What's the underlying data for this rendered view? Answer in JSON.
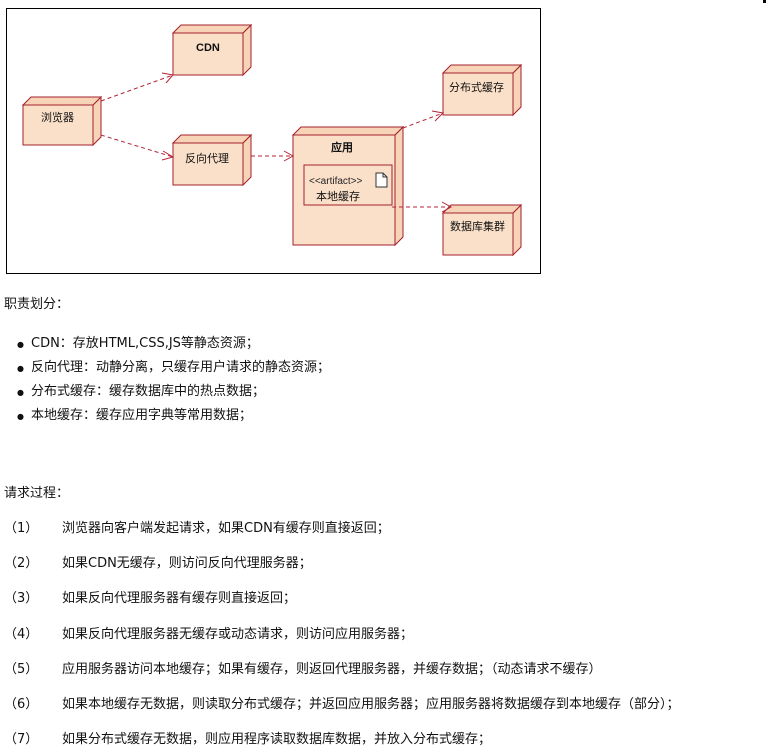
{
  "diagram": {
    "nodes": {
      "browser": "浏览器",
      "cdn": "CDN",
      "reverse_proxy": "反向代理",
      "app": "应用",
      "artifact_stereotype": "<<artifact>>",
      "local_cache": "本地缓存",
      "distributed_cache": "分布式缓存",
      "db_cluster": "数据库集群"
    },
    "colors": {
      "node_fill": "#fbe0c9",
      "node_border": "#a3202c",
      "edge": "#b3263a"
    }
  },
  "duties": {
    "title": "职责划分：",
    "items": [
      "CDN：存放HTML,CSS,JS等静态资源；",
      "反向代理：动静分离，只缓存用户请求的静态资源；",
      "分布式缓存：缓存数据库中的热点数据；",
      "本地缓存：缓存应用字典等常用数据；"
    ]
  },
  "process": {
    "title": "请求过程：",
    "steps": [
      {
        "num": "（1）",
        "text": "浏览器向客户端发起请求，如果CDN有缓存则直接返回；"
      },
      {
        "num": "（2）",
        "text": "如果CDN无缓存，则访问反向代理服务器；"
      },
      {
        "num": "（3）",
        "text": "如果反向代理服务器有缓存则直接返回；"
      },
      {
        "num": "（4）",
        "text": "如果反向代理服务器无缓存或动态请求，则访问应用服务器；"
      },
      {
        "num": "（5）",
        "text": "应用服务器访问本地缓存；如果有缓存，则返回代理服务器，并缓存数据；（动态请求不缓存）"
      },
      {
        "num": "（6）",
        "text": "如果本地缓存无数据，则读取分布式缓存；并返回应用服务器；应用服务器将数据缓存到本地缓存（部分）；"
      },
      {
        "num": "（7）",
        "text": "如果分布式缓存无数据，则应用程序读取数据库数据，并放入分布式缓存；"
      }
    ]
  }
}
